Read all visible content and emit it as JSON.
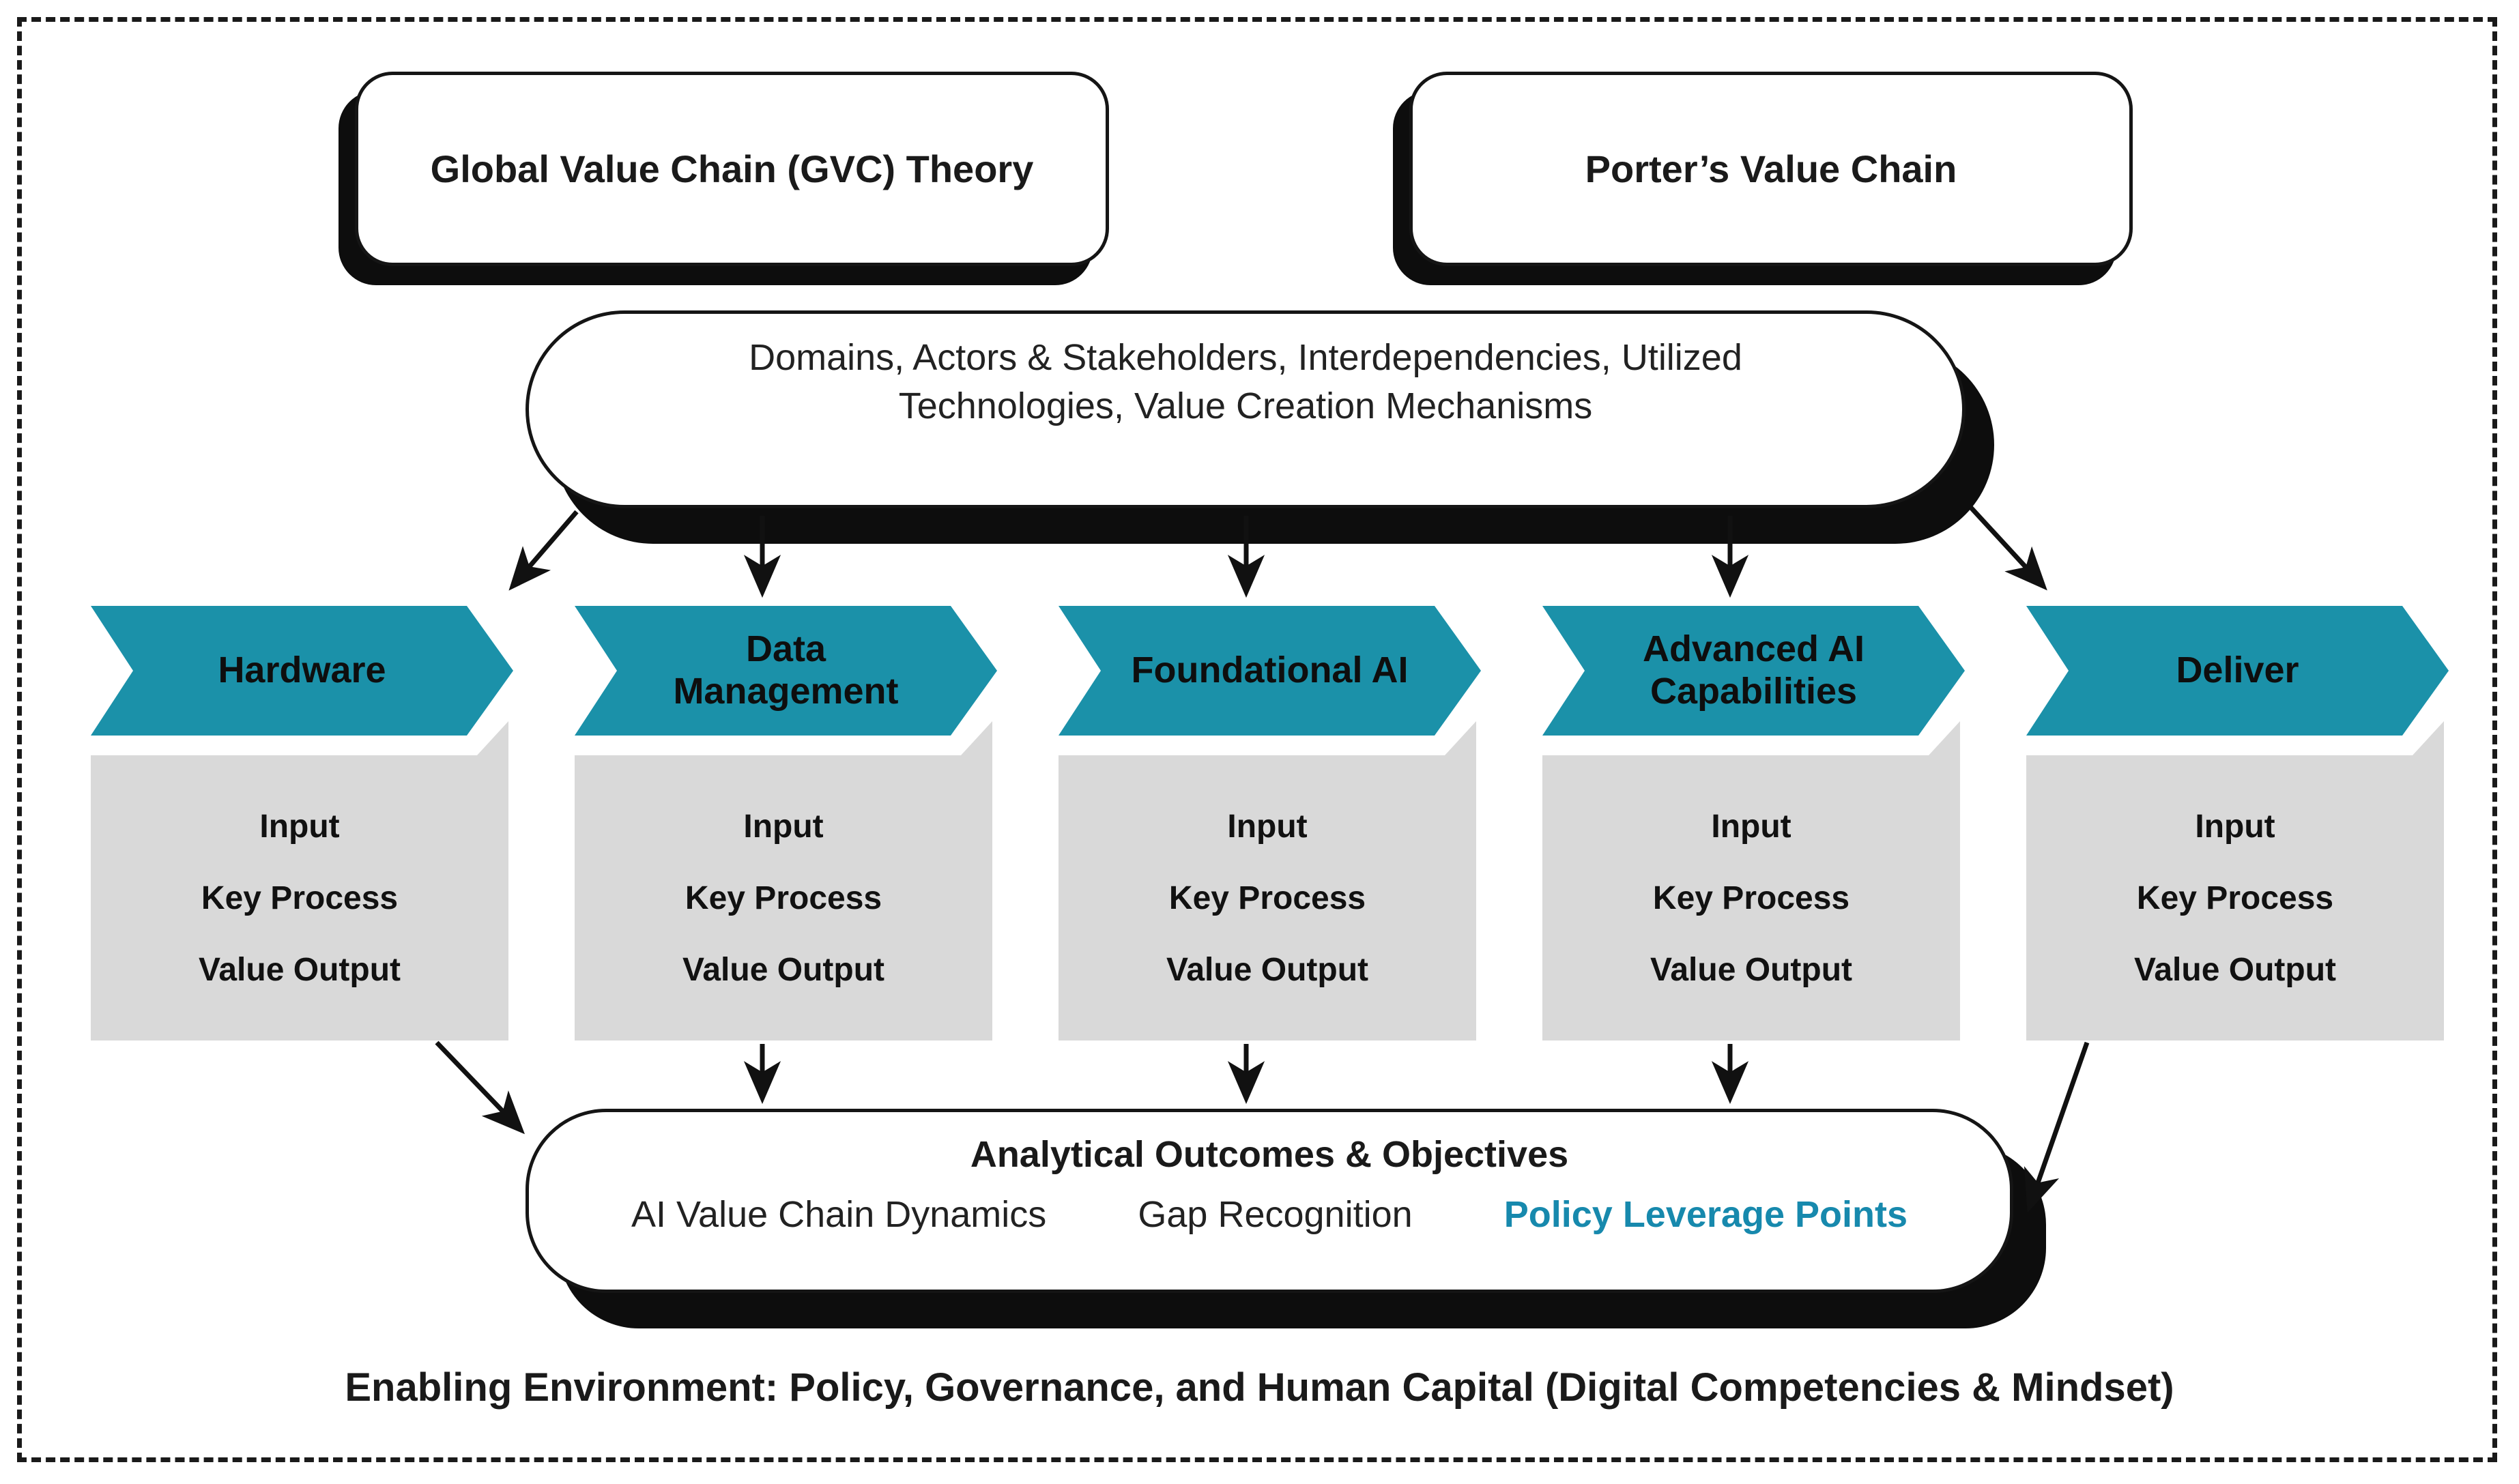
{
  "top_boxes": [
    {
      "label": "Global Value Chain (GVC) Theory"
    },
    {
      "label": "Porter’s Value Chain"
    }
  ],
  "summary_pill": {
    "text": "Domains, Actors & Stakeholders, Interdependencies, Utilized Technologies, Value Creation Mechanisms"
  },
  "stages": [
    {
      "label": "Hardware",
      "items": [
        "Input",
        "Key Process",
        "Value Output"
      ]
    },
    {
      "label": "Data Management",
      "items": [
        "Input",
        "Key Process",
        "Value Output"
      ]
    },
    {
      "label": "Foundational AI",
      "items": [
        "Input",
        "Key Process",
        "Value Output"
      ]
    },
    {
      "label": "Advanced AI Capabilities",
      "items": [
        "Input",
        "Key Process",
        "Value Output"
      ]
    },
    {
      "label": "Deliver",
      "items": [
        "Input",
        "Key Process",
        "Value Output"
      ]
    }
  ],
  "outcomes": {
    "title": "Analytical Outcomes & Objectives",
    "items": [
      "AI Value Chain Dynamics",
      "Gap Recognition",
      "Policy Leverage Points"
    ],
    "highlighted_item": "Policy Leverage Points"
  },
  "caption": "Enabling Environment: Policy, Governance, and Human Capital (Digital Competencies & Mindset)",
  "colors": {
    "teal": "#1B91A9",
    "teal_text": "#1789AD",
    "gray_box": "#D9D9D9",
    "shadow": "#0D0D0D",
    "border": "#151515",
    "text": "#1A1A1A"
  }
}
